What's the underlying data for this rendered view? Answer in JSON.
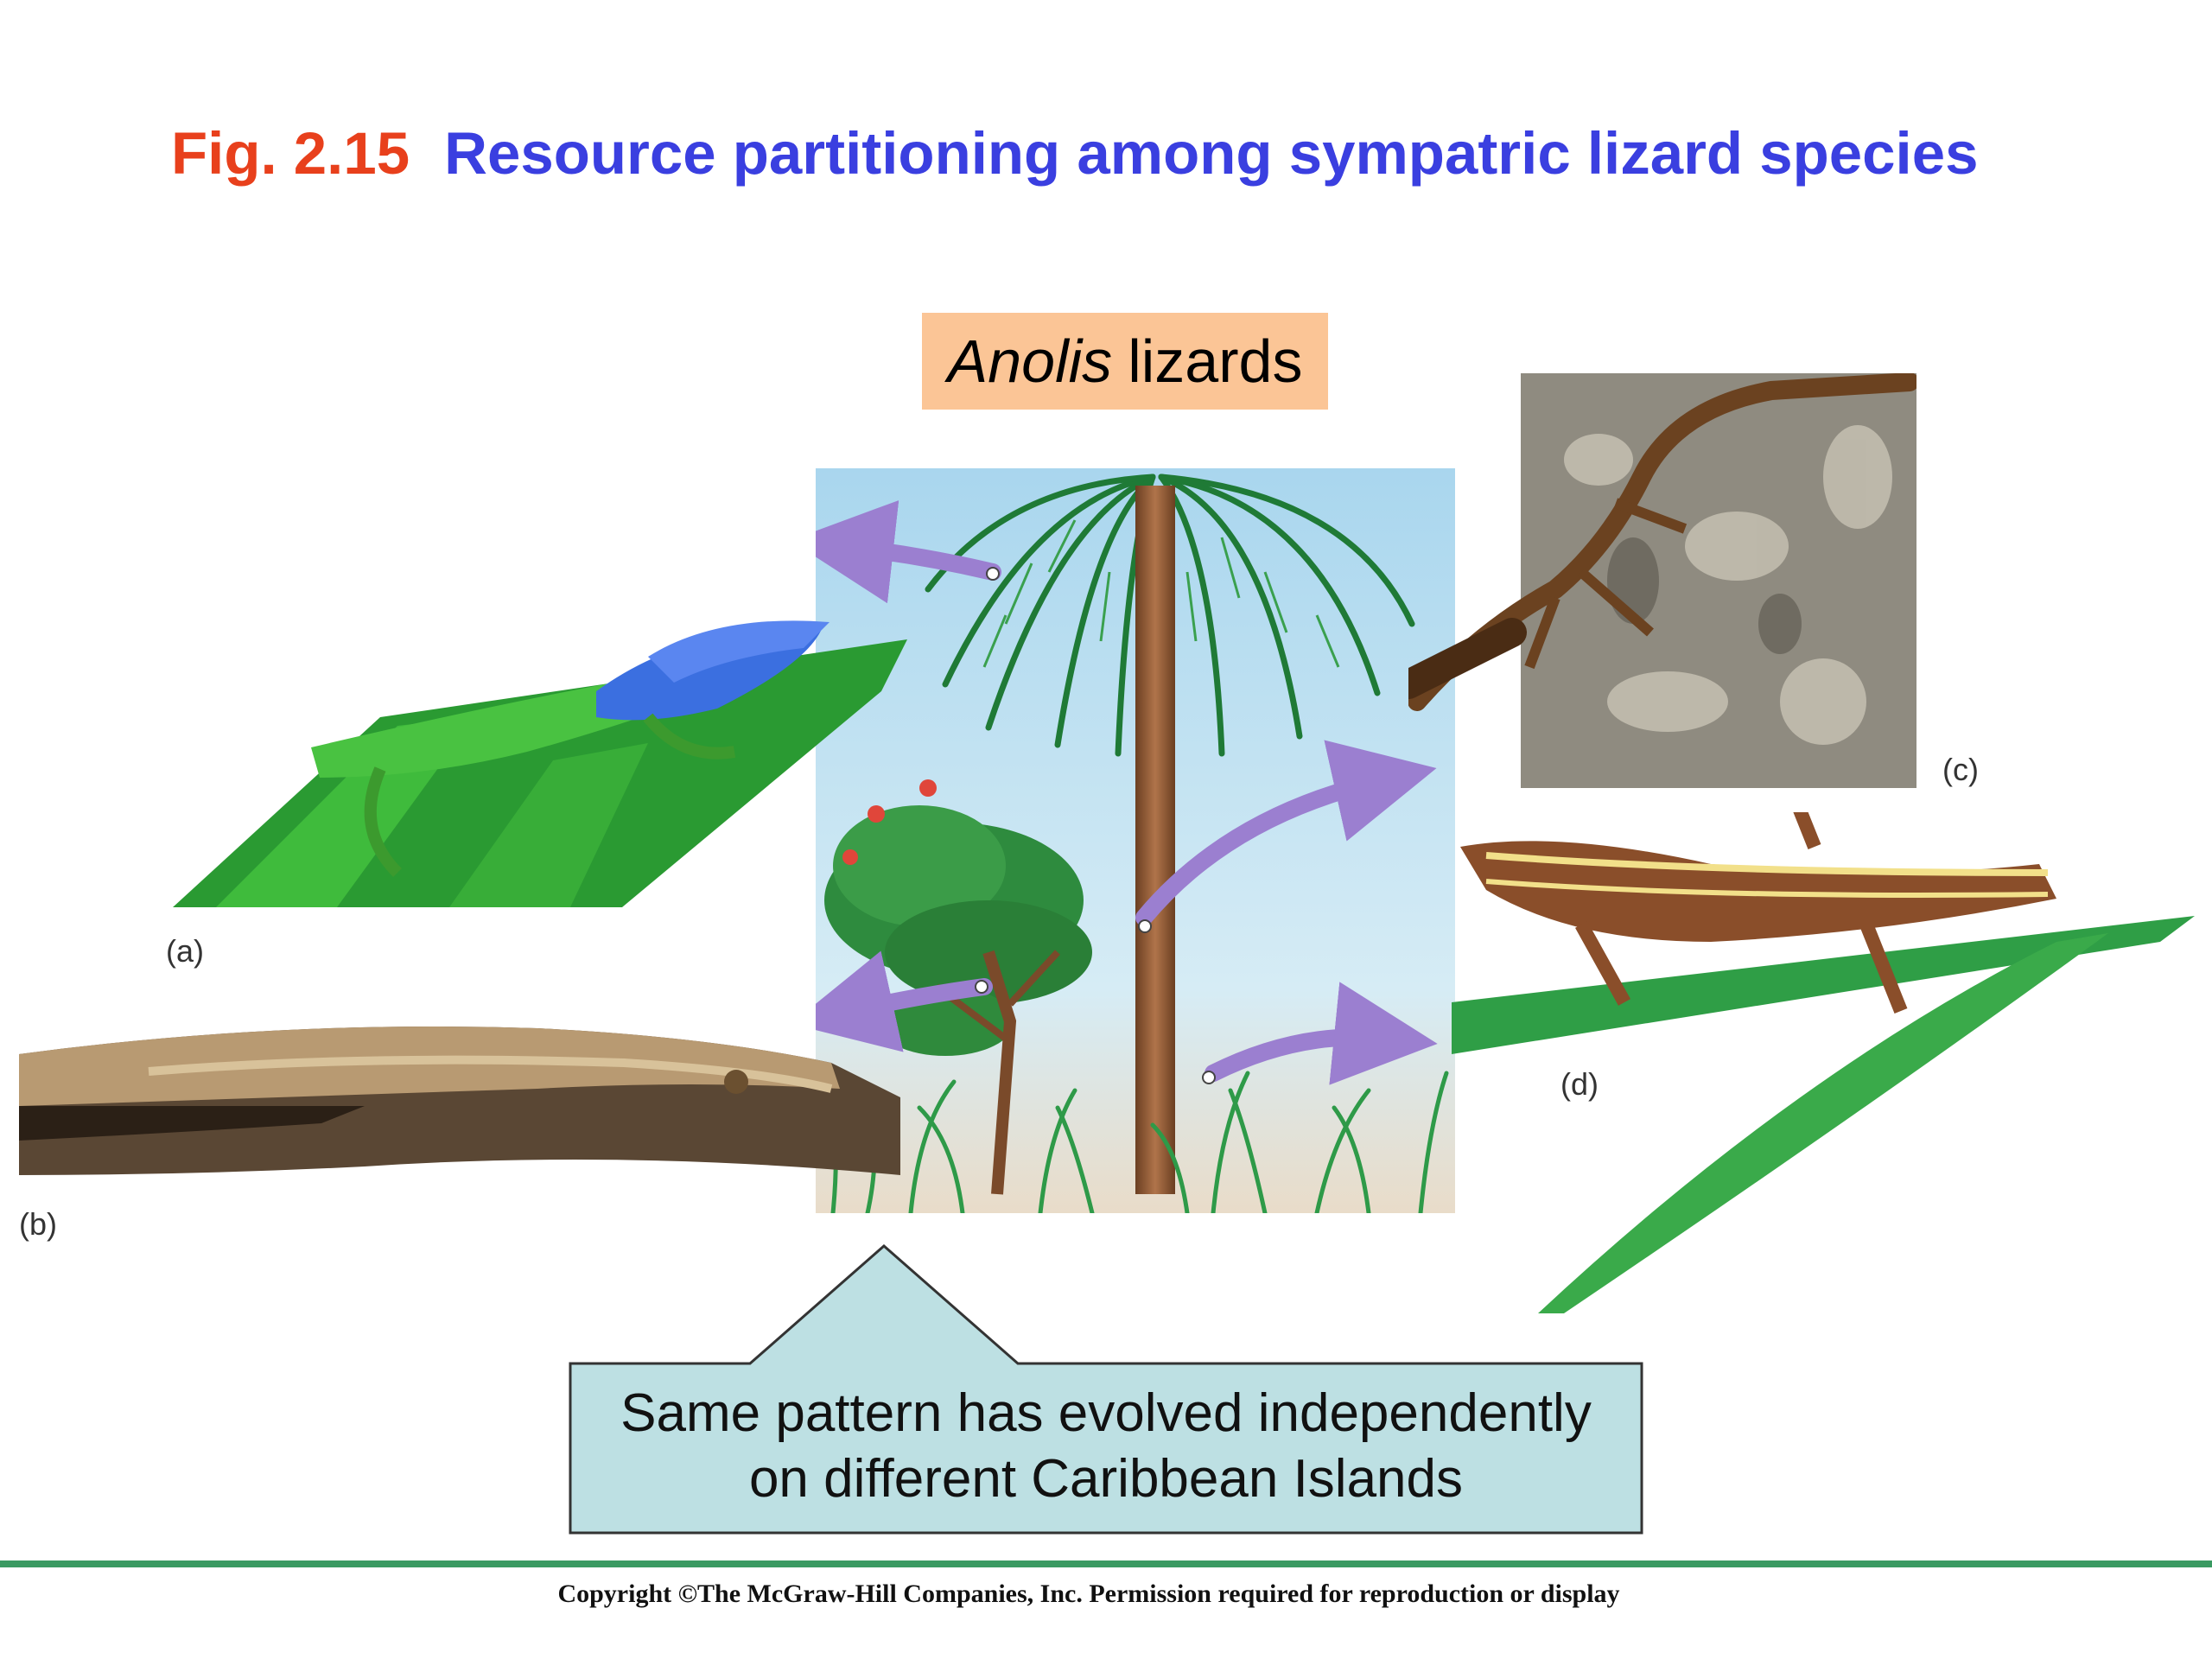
{
  "title": {
    "figure_number": "Fig. 2.15",
    "text": "Resource partitioning among sympatric lizard species"
  },
  "center_label": {
    "italic": "Anolis",
    "rest": "lizards"
  },
  "panels": [
    {
      "id": "a",
      "label": "(a)",
      "subject": "green-blue anole on leaf"
    },
    {
      "id": "b",
      "label": "(b)",
      "subject": "twig anole on branch"
    },
    {
      "id": "c",
      "label": "(c)",
      "subject": "brown anole on tree trunk"
    },
    {
      "id": "d",
      "label": "(d)",
      "subject": "striped grass anole on grass blade"
    }
  ],
  "callout": {
    "line1": "Same pattern has evolved independently",
    "line2": "on different Caribbean Islands"
  },
  "copyright": "Copyright ©The McGraw-Hill Companies, Inc. Permission required for reproduction or display",
  "colors": {
    "fig_number": "#e8401c",
    "title": "#3a3fe0",
    "label_bg": "#fbc596",
    "callout_bg": "#bde0e3",
    "rule": "#3a9a62",
    "arrow": "#9b7fd0"
  }
}
